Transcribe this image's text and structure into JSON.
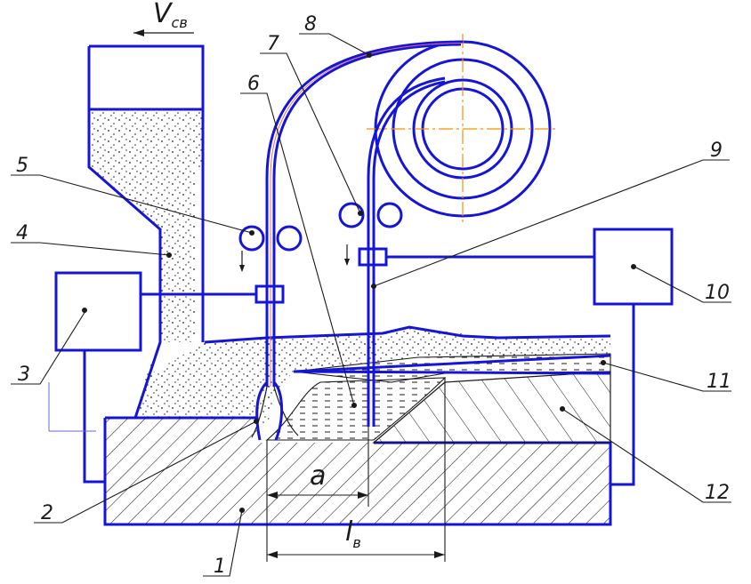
{
  "speed_label": {
    "main": "V",
    "sub": "св"
  },
  "callouts": [
    {
      "id": "1",
      "text": "1"
    },
    {
      "id": "2",
      "text": "2"
    },
    {
      "id": "3",
      "text": "3"
    },
    {
      "id": "4",
      "text": "4"
    },
    {
      "id": "5",
      "text": "5"
    },
    {
      "id": "6",
      "text": "6"
    },
    {
      "id": "7",
      "text": "7"
    },
    {
      "id": "8",
      "text": "8"
    },
    {
      "id": "9",
      "text": "9"
    },
    {
      "id": "10",
      "text": "10"
    },
    {
      "id": "11",
      "text": "11"
    },
    {
      "id": "12",
      "text": "12"
    }
  ],
  "dimensions": {
    "a": "a",
    "l_main": "l",
    "l_sub": "в"
  },
  "colors": {
    "outline": "#1515d8",
    "hatch": "#1a1a1a",
    "centerline": "#ff8c00",
    "wire": "#e07070"
  }
}
